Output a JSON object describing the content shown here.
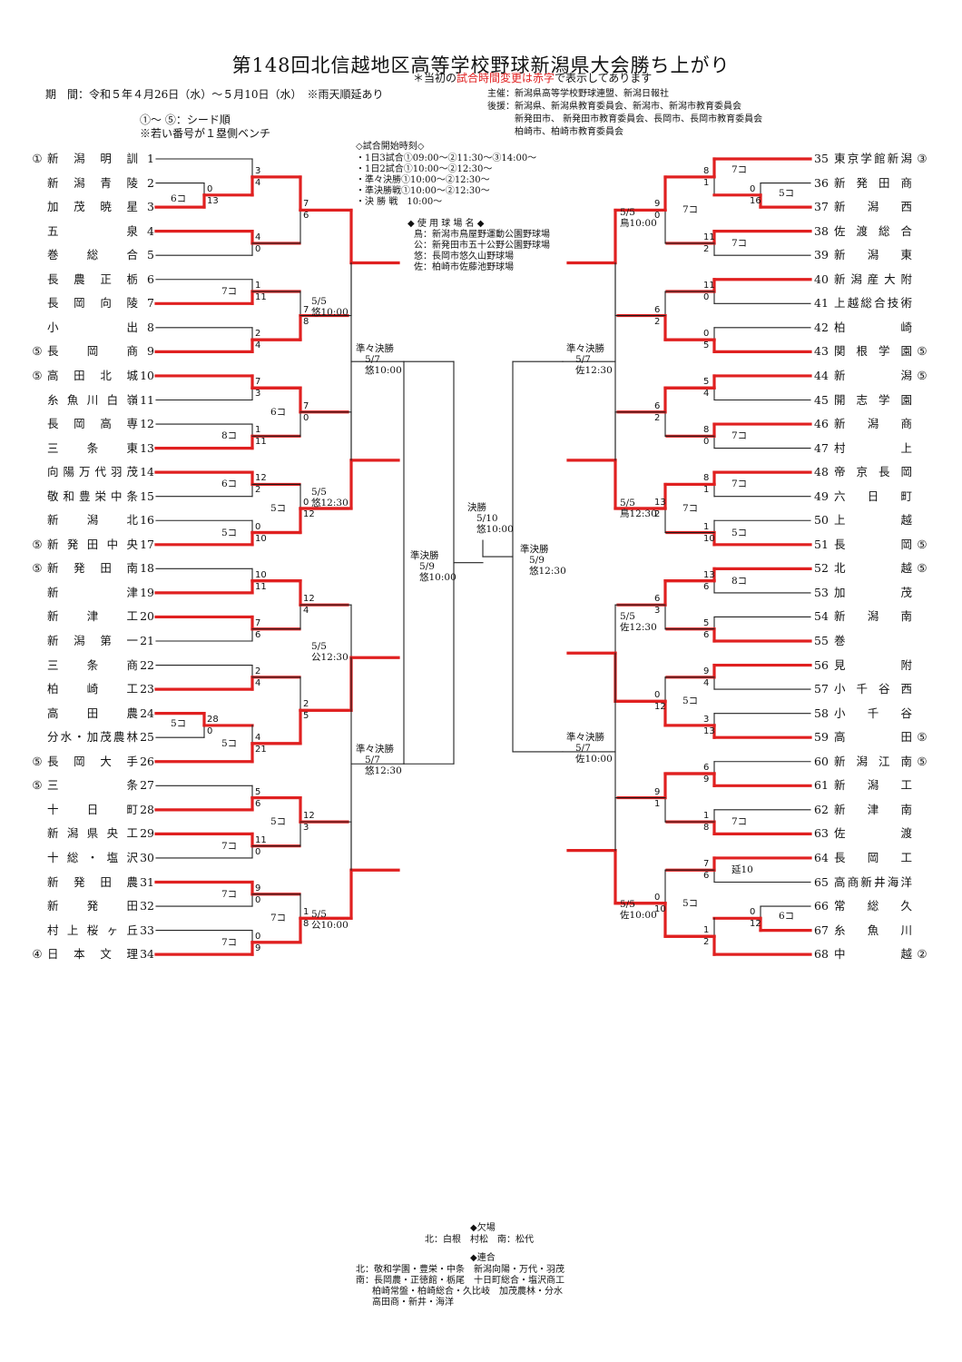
{
  "title": "第148回北信越地区高等学校野球新潟県大会勝ち上がり",
  "notice": {
    "prefix": "＊当初の",
    "red": "試合時間変更は赤字",
    "suffix": "で表示してあります"
  },
  "period": "期　間：令和５年４月26日（水）～５月10日（水）　※雨天順延あり",
  "sponsors": [
    "主催：新潟県高等学校野球連盟、新潟日報社",
    "後援：新潟県、新潟県教育委員会、新潟市、新潟市教育委員会",
    "新発田市、 新発田市教育委員会、長岡市、長岡市教育委員会",
    "柏崎市、柏崎市教育委員会"
  ],
  "seed_notes": [
    "①～ ⑤：シード順",
    "※若い番号が１塁側ベンチ"
  ],
  "schedule": {
    "heading": "◇試合開始時刻◇",
    "lines": [
      "・1日3試合①09:00～②11:30～③14:00～",
      "・1日2試合①10:00～②12:30～",
      "・準々決勝①10:00～②12:30～",
      "・準決勝戦①10:00～②12:30～",
      "・決 勝 戦　10:00～"
    ]
  },
  "venues": {
    "heading": "◆ 使 用 球 場 名 ◆",
    "lines": [
      "鳥：新潟市鳥屋野運動公園野球場",
      "公：新発田市五十公野公園野球場",
      "悠：長岡市悠久山野球場",
      "佐：柏崎市佐藤池野球場"
    ]
  },
  "absent": {
    "heading": "◆欠場",
    "text": "北：白根　村松　南：松代"
  },
  "combined": {
    "heading": "◆連合",
    "lines": [
      "北：敬和学園・豊栄・中条　新潟向陽・万代・羽茂",
      "南：長岡農・正徳館・栃尾　十日町総合・塩沢商工",
      "柏崎常盤・柏崎総合・久比岐　加茂農林・分水",
      "高田商・新井・海洋"
    ]
  },
  "left_teams": [
    {
      "seed": "①",
      "name": "新潟明訓",
      "no": "1"
    },
    {
      "seed": "",
      "name": "新潟青陵",
      "no": "2"
    },
    {
      "seed": "",
      "name": "加茂暁星",
      "no": "3"
    },
    {
      "seed": "",
      "name": "五泉",
      "no": "4"
    },
    {
      "seed": "",
      "name": "巻総合",
      "no": "5"
    },
    {
      "seed": "",
      "name": "長農正栃",
      "no": "6"
    },
    {
      "seed": "",
      "name": "長岡向陵",
      "no": "7"
    },
    {
      "seed": "",
      "name": "小出",
      "no": "8"
    },
    {
      "seed": "⑤",
      "name": "長岡商",
      "no": "9"
    },
    {
      "seed": "⑤",
      "name": "高田北城",
      "no": "10"
    },
    {
      "seed": "",
      "name": "糸魚川白嶺",
      "no": "11"
    },
    {
      "seed": "",
      "name": "長岡高専",
      "no": "12"
    },
    {
      "seed": "",
      "name": "三条東",
      "no": "13"
    },
    {
      "seed": "",
      "name": "向陽万代羽茂",
      "no": "14"
    },
    {
      "seed": "",
      "name": "敬和豊栄中条",
      "no": "15"
    },
    {
      "seed": "",
      "name": "新潟北",
      "no": "16"
    },
    {
      "seed": "⑤",
      "name": "新発田中央",
      "no": "17"
    },
    {
      "seed": "⑤",
      "name": "新発田南",
      "no": "18"
    },
    {
      "seed": "",
      "name": "新津",
      "no": "19"
    },
    {
      "seed": "",
      "name": "新津工",
      "no": "20"
    },
    {
      "seed": "",
      "name": "新潟第一",
      "no": "21"
    },
    {
      "seed": "",
      "name": "三条商",
      "no": "22"
    },
    {
      "seed": "",
      "name": "柏崎工",
      "no": "23"
    },
    {
      "seed": "",
      "name": "高田農",
      "no": "24"
    },
    {
      "seed": "",
      "name": "分水・加茂農林",
      "no": "25"
    },
    {
      "seed": "⑤",
      "name": "長岡大手",
      "no": "26"
    },
    {
      "seed": "⑤",
      "name": "三条",
      "no": "27"
    },
    {
      "seed": "",
      "name": "十日町",
      "no": "28"
    },
    {
      "seed": "",
      "name": "新潟県央工",
      "no": "29"
    },
    {
      "seed": "",
      "name": "十総・塩沢",
      "no": "30"
    },
    {
      "seed": "",
      "name": "新発田農",
      "no": "31"
    },
    {
      "seed": "",
      "name": "新発田",
      "no": "32"
    },
    {
      "seed": "",
      "name": "村上桜ヶ丘",
      "no": "33"
    },
    {
      "seed": "④",
      "name": "日本文理",
      "no": "34"
    }
  ],
  "right_teams": [
    {
      "seed": "③",
      "name": "東京学館新潟",
      "no": "35"
    },
    {
      "seed": "",
      "name": "新発田商",
      "no": "36"
    },
    {
      "seed": "",
      "name": "新潟西",
      "no": "37"
    },
    {
      "seed": "",
      "name": "佐渡総合",
      "no": "38"
    },
    {
      "seed": "",
      "name": "新潟東",
      "no": "39"
    },
    {
      "seed": "",
      "name": "新潟産大附",
      "no": "40"
    },
    {
      "seed": "",
      "name": "上越総合技術",
      "no": "41"
    },
    {
      "seed": "",
      "name": "柏崎",
      "no": "42"
    },
    {
      "seed": "⑤",
      "name": "関根学園",
      "no": "43"
    },
    {
      "seed": "⑤",
      "name": "新潟",
      "no": "44"
    },
    {
      "seed": "",
      "name": "開志学園",
      "no": "45"
    },
    {
      "seed": "",
      "name": "新潟商",
      "no": "46"
    },
    {
      "seed": "",
      "name": "村上",
      "no": "47"
    },
    {
      "seed": "",
      "name": "帝京長岡",
      "no": "48"
    },
    {
      "seed": "",
      "name": "六日町",
      "no": "49"
    },
    {
      "seed": "",
      "name": "上越",
      "no": "50"
    },
    {
      "seed": "⑤",
      "name": "長岡",
      "no": "51"
    },
    {
      "seed": "⑤",
      "name": "北越",
      "no": "52"
    },
    {
      "seed": "",
      "name": "加茂",
      "no": "53"
    },
    {
      "seed": "",
      "name": "新潟南",
      "no": "54"
    },
    {
      "seed": "",
      "name": "巻",
      "no": "55"
    },
    {
      "seed": "",
      "name": "見附",
      "no": "56"
    },
    {
      "seed": "",
      "name": "小千谷西",
      "no": "57"
    },
    {
      "seed": "",
      "name": "小千谷",
      "no": "58"
    },
    {
      "seed": "⑤",
      "name": "高田",
      "no": "59"
    },
    {
      "seed": "⑤",
      "name": "新潟江南",
      "no": "60"
    },
    {
      "seed": "",
      "name": "新潟工",
      "no": "61"
    },
    {
      "seed": "",
      "name": "新津南",
      "no": "62"
    },
    {
      "seed": "",
      "name": "佐渡",
      "no": "63"
    },
    {
      "seed": "",
      "name": "長岡工",
      "no": "64"
    },
    {
      "seed": "",
      "name": "高商新井海洋",
      "no": "65"
    },
    {
      "seed": "",
      "name": "常総久",
      "no": "66"
    },
    {
      "seed": "",
      "name": "糸魚川",
      "no": "67"
    },
    {
      "seed": "②",
      "name": "中越",
      "no": "68"
    }
  ],
  "scores": [
    "0",
    "13",
    "3",
    "4",
    "4",
    "0",
    "7",
    "6",
    "1",
    "11",
    "2",
    "4",
    "7",
    "8",
    "7",
    "3",
    "1",
    "11",
    "7",
    "0",
    "12",
    "2",
    "0",
    "10",
    "0",
    "12",
    "10",
    "11",
    "7",
    "6",
    "12",
    "4",
    "2",
    "4",
    "28",
    "0",
    "4",
    "21",
    "2",
    "5",
    "5",
    "6",
    "11",
    "0",
    "12",
    "3",
    "9",
    "0",
    "0",
    "9",
    "1",
    "8",
    "8",
    "1",
    "0",
    "16",
    "11",
    "2",
    "9",
    "0",
    "11",
    "0",
    "0",
    "5",
    "6",
    "2",
    "5",
    "4",
    "8",
    "0",
    "6",
    "2",
    "8",
    "1",
    "1",
    "10",
    "13",
    "2",
    "13",
    "6",
    "5",
    "6",
    "6",
    "3",
    "9",
    "4",
    "3",
    "13",
    "0",
    "12",
    "6",
    "9",
    "1",
    "8",
    "9",
    "1",
    "7",
    "6",
    "0",
    "12",
    "1",
    "2",
    "0",
    "10"
  ],
  "called": [
    "6コ",
    "7コ",
    "8コ",
    "6コ",
    "6コ",
    "5コ",
    "5コ",
    "5コ",
    "5コ",
    "7コ",
    "5コ",
    "7コ",
    "7コ",
    "7コ",
    "7コ",
    "5コ",
    "7コ",
    "7コ",
    "7コ",
    "7コ",
    "5コ",
    "7コ",
    "8コ",
    "5コ",
    "7コ",
    "延10",
    "6コ",
    "5コ"
  ],
  "rounds": {
    "r4": [
      "5/5",
      "悠10:00",
      "5/5",
      "悠12:30",
      "5/5",
      "公12:30",
      "5/5",
      "公10:00",
      "5/5",
      "鳥10:00",
      "5/5",
      "鳥12:30",
      "5/5",
      "佐12:30",
      "5/5",
      "佐10:00"
    ],
    "qf_label": "準々決勝",
    "qf": [
      "5/7",
      "悠10:00",
      "5/7",
      "悠12:30",
      "5/7",
      "佐12:30",
      "5/7",
      "佐10:00"
    ],
    "sf_label": "準決勝",
    "sf": [
      "5/9",
      "悠10:00",
      "5/9",
      "悠12:30"
    ],
    "final_label": "決勝",
    "final": [
      "5/10",
      "悠10:00"
    ]
  },
  "colors": {
    "win": "#e02020",
    "line": "#222222"
  }
}
